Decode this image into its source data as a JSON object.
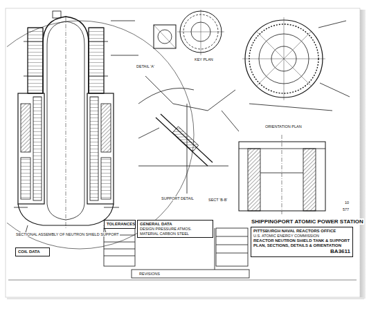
{
  "diagram": {
    "title": "SHIPPINGPORT ATOMIC POWER STATION",
    "nodes": [
      {
        "text": [
          "GENERAL DATA",
          "DESIGN PRESSURE ATMOS. MATERIAL CARBON STEEL"
        ]
      },
      {
        "text": [
          "TOLERANCES"
        ]
      },
      {
        "text": [
          "COIL DATA"
        ]
      },
      {
        "text": [
          "PITTSBURGH NAVAL REACTORS OFFICE",
          "U.S. ATOMIC ENERGY COMMISSION",
          "REACTOR NEUTRON SHIELD TANK & SUPPORT PLAN, SECTIONS, DETAILS & ORIENTATION",
          "BA3611"
        ]
      }
    ],
    "edges": [],
    "labels": [
      "SECTIONAL ASSEMBLY OF NEUTRON SHIELD SUPPORT",
      "DETAIL 'A'",
      "KEY PLAN",
      "ORIENTATION PLAN",
      "SECT 'B-B'",
      "SUPPORT DETAIL",
      "REVISIONS",
      "10",
      "577"
    ]
  }
}
